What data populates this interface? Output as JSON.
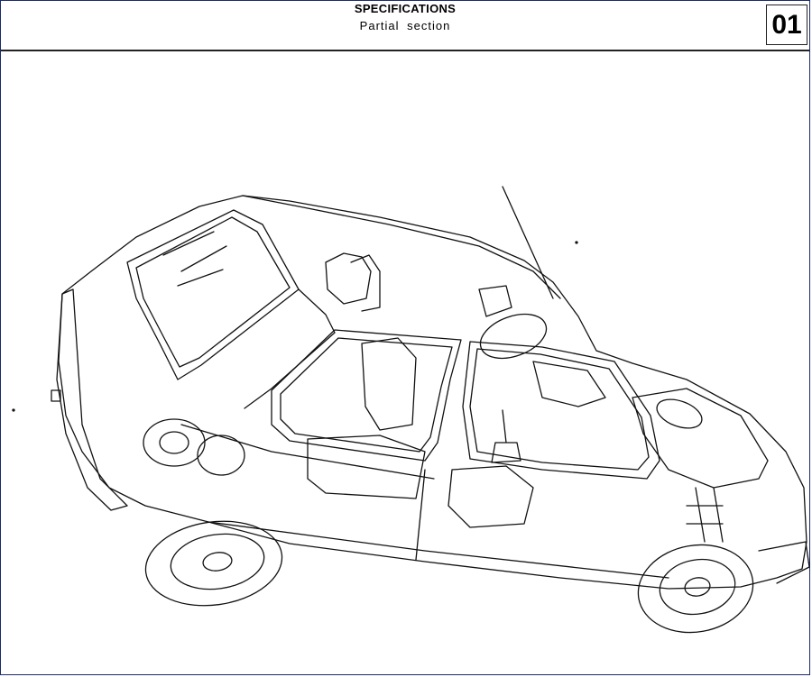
{
  "header": {
    "title": "SPECIFICATIONS",
    "subtitle": "Partial section",
    "section_number": "01"
  },
  "illustration": {
    "icon": "car-cutaway-illustration"
  }
}
